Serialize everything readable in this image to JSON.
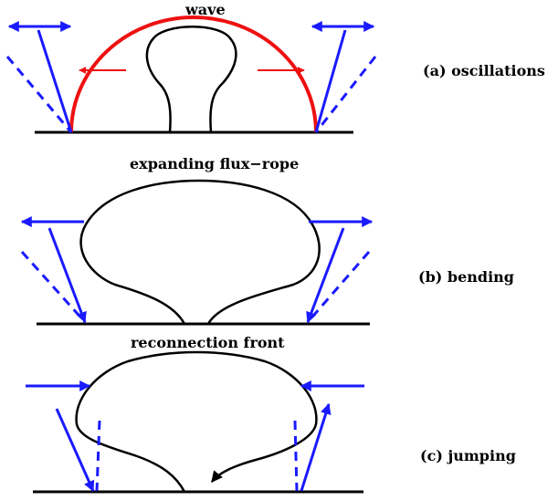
{
  "labels": {
    "wave": "wave",
    "panel_a": "(a) oscillations",
    "flux_rope": "expanding flux−rope",
    "panel_b": "(b) bending",
    "reconnection": "reconnection front",
    "panel_c": "(c) jumping"
  },
  "colors": {
    "outline": "#000000",
    "field_line": "#1a1aff",
    "wave": "#ee1111",
    "background": "#ffffff"
  }
}
